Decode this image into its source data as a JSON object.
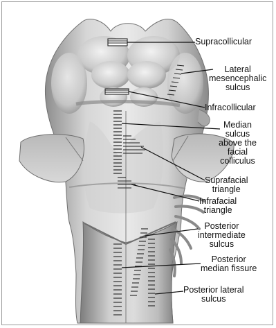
{
  "figure": {
    "labels": {
      "supracollicular": [
        "Supracollicular"
      ],
      "lateral_mesencephalic_sulcus": [
        "Lateral",
        "mesencephalic",
        "sulcus"
      ],
      "infracollicular": [
        "Infracollicular"
      ],
      "median_sulcus_facial": [
        "Median",
        "sulcus",
        "above the",
        "facial",
        "colliculus"
      ],
      "suprafacial_triangle": [
        "Suprafacial",
        "triangle"
      ],
      "infrafacial_triangle": [
        "Infrafacial",
        "triangle"
      ],
      "posterior_intermediate_sulcus": [
        "Posterior",
        "intermediate",
        "sulcus"
      ],
      "posterior_median_fissure": [
        "Posterior",
        "median fissure"
      ],
      "posterior_lateral_sulcus": [
        "Posterior lateral",
        "sulcus"
      ]
    }
  }
}
